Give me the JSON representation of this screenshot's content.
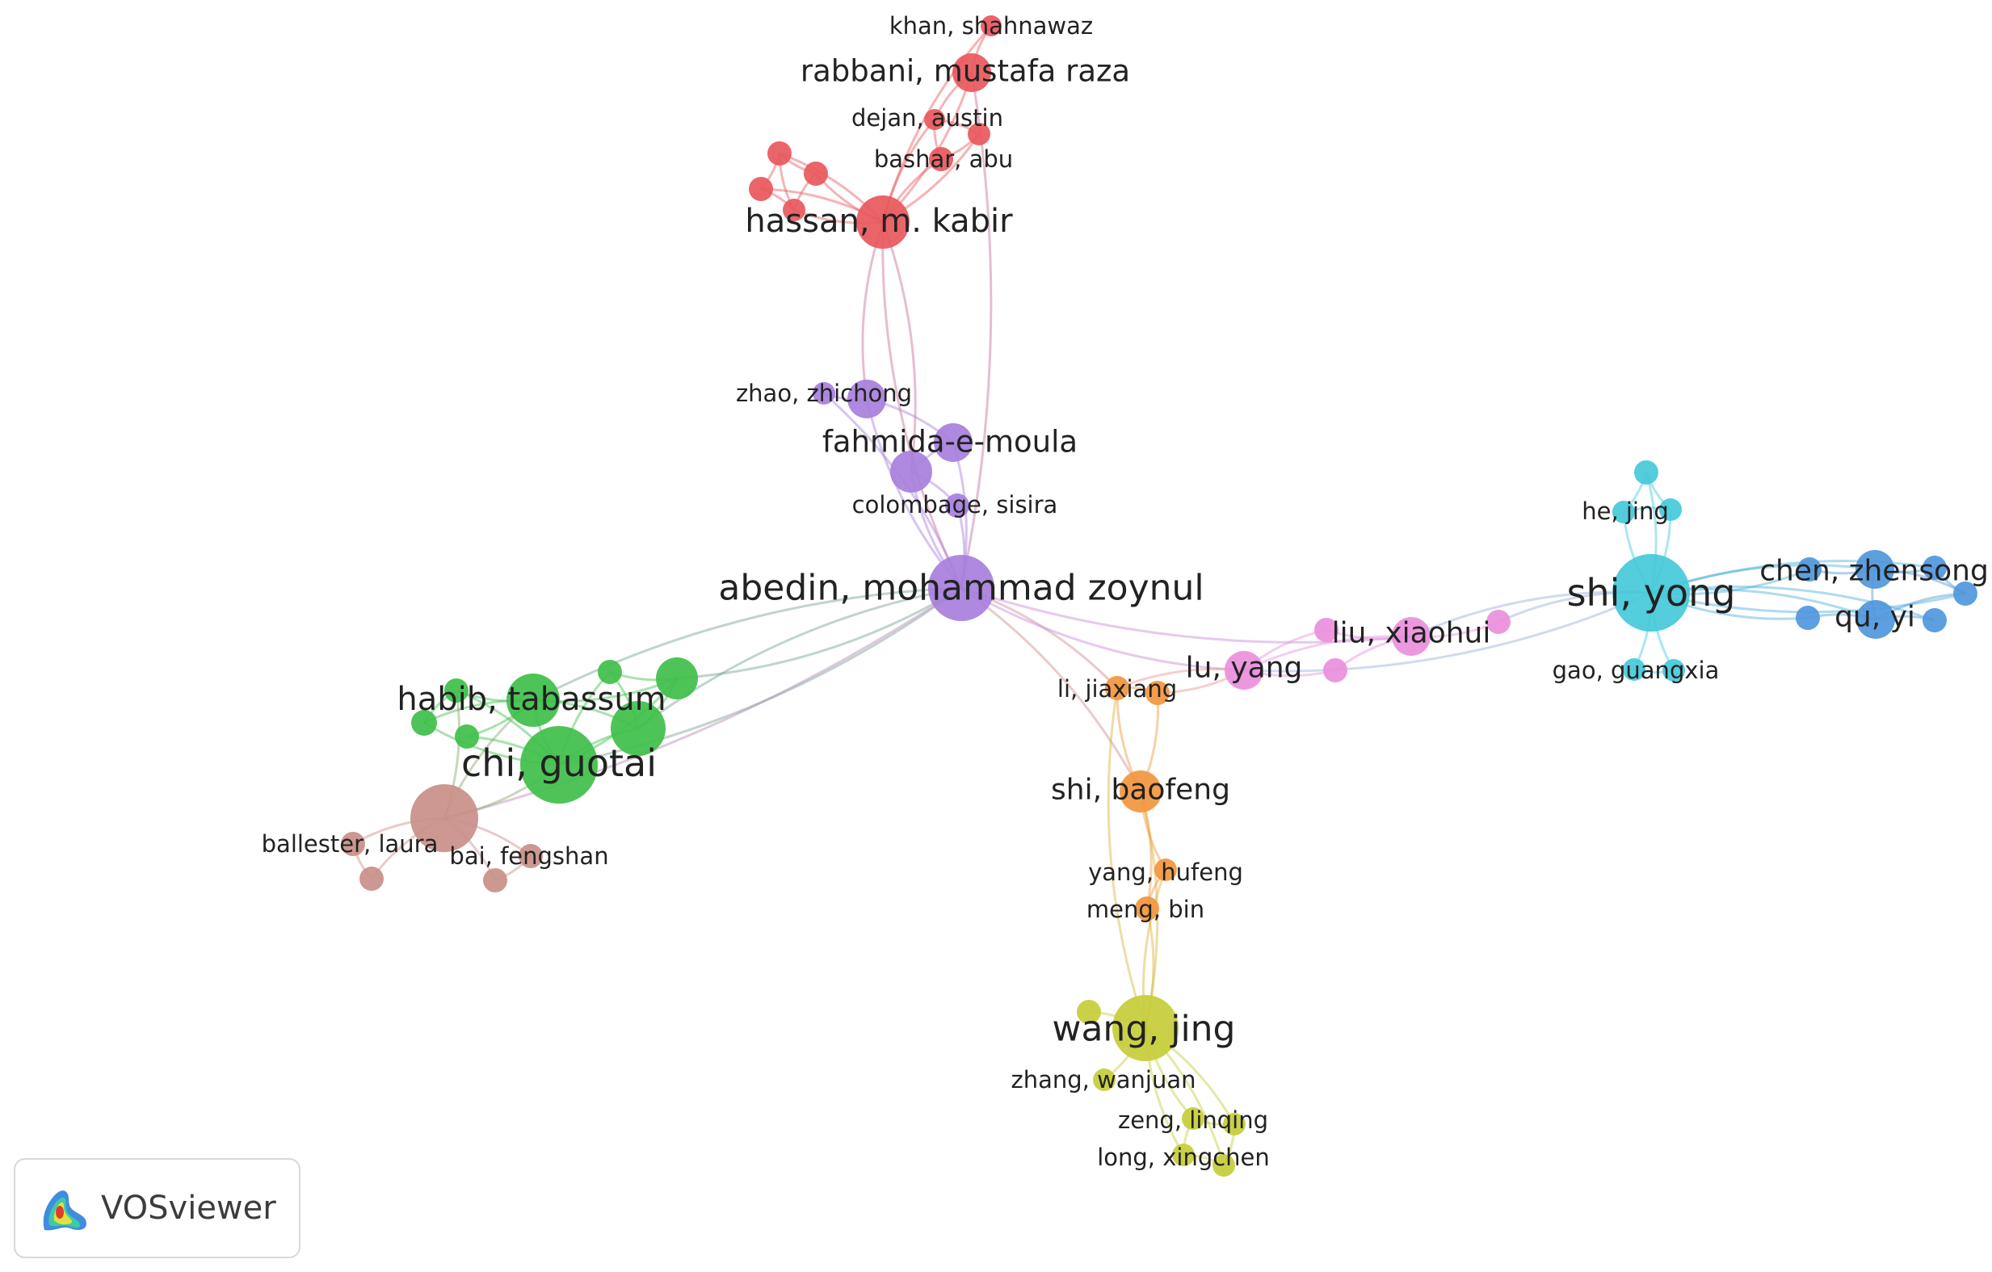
{
  "app": {
    "name": "VOSviewer"
  },
  "colors": {
    "red": "#e8585c",
    "purple": "#a77fdc",
    "green": "#3fbf4a",
    "brown": "#c98f89",
    "orange": "#f2963e",
    "pink": "#e98fdc",
    "cyan": "#45c9d9",
    "blue": "#4f97dc",
    "yellow": "#c6cd3a"
  },
  "nodes": [
    {
      "id": "khan",
      "label": "khan, shahnawaz",
      "cluster": "red",
      "r": 13,
      "fs": 29
    },
    {
      "id": "rabbani",
      "label": "rabbani, mustafa raza",
      "cluster": "red",
      "r": 24,
      "fs": 37
    },
    {
      "id": "dejan",
      "label": "dejan, austin",
      "cluster": "red",
      "r": 13,
      "fs": 29
    },
    {
      "id": "red_extra1",
      "label": "",
      "cluster": "red",
      "r": 14
    },
    {
      "id": "bashar",
      "label": "bashar, abu",
      "cluster": "red",
      "r": 15,
      "fs": 29
    },
    {
      "id": "red_a",
      "label": "",
      "cluster": "red",
      "r": 15
    },
    {
      "id": "red_b",
      "label": "",
      "cluster": "red",
      "r": 15
    },
    {
      "id": "red_c",
      "label": "",
      "cluster": "red",
      "r": 15
    },
    {
      "id": "red_d",
      "label": "",
      "cluster": "red",
      "r": 14
    },
    {
      "id": "hassan",
      "label": "hassan, m. kabir",
      "cluster": "red",
      "r": 33,
      "fs": 40
    },
    {
      "id": "zhao",
      "label": "zhao, zhichong",
      "cluster": "purple",
      "r": 14,
      "fs": 29
    },
    {
      "id": "purple_a",
      "label": "",
      "cluster": "purple",
      "r": 24
    },
    {
      "id": "fahmida",
      "label": "fahmida-e-moula",
      "cluster": "purple",
      "r": 24,
      "fs": 37
    },
    {
      "id": "purple_b",
      "label": "",
      "cluster": "purple",
      "r": 26
    },
    {
      "id": "colombage",
      "label": "colombage, sisira",
      "cluster": "purple",
      "r": 15,
      "fs": 29
    },
    {
      "id": "abedin",
      "label": "abedin, mohammad zoynul",
      "cluster": "purple",
      "r": 41,
      "fs": 44
    },
    {
      "id": "habib",
      "label": "habib, tabassum",
      "cluster": "green",
      "r": 33,
      "fs": 40
    },
    {
      "id": "green_a",
      "label": "",
      "cluster": "green",
      "r": 15
    },
    {
      "id": "green_b",
      "label": "",
      "cluster": "green",
      "r": 16
    },
    {
      "id": "green_c",
      "label": "",
      "cluster": "green",
      "r": 15
    },
    {
      "id": "green_d",
      "label": "",
      "cluster": "green",
      "r": 15
    },
    {
      "id": "green_e",
      "label": "",
      "cluster": "green",
      "r": 26
    },
    {
      "id": "green_f",
      "label": "",
      "cluster": "green",
      "r": 34
    },
    {
      "id": "chi",
      "label": "chi, guotai",
      "cluster": "green",
      "r": 48,
      "fs": 46
    },
    {
      "id": "brown_main",
      "label": "",
      "cluster": "brown",
      "r": 42
    },
    {
      "id": "ballester",
      "label": "ballester, laura",
      "cluster": "brown",
      "r": 15,
      "fs": 29
    },
    {
      "id": "bai",
      "label": "bai, fengshan",
      "cluster": "brown",
      "r": 15,
      "fs": 29
    },
    {
      "id": "brown_a",
      "label": "",
      "cluster": "brown",
      "r": 15
    },
    {
      "id": "brown_b",
      "label": "",
      "cluster": "brown",
      "r": 15
    },
    {
      "id": "lijiaxiang",
      "label": "li, jiaxiang",
      "cluster": "orange",
      "r": 15,
      "fs": 29
    },
    {
      "id": "orange_a",
      "label": "",
      "cluster": "orange",
      "r": 15
    },
    {
      "id": "shibaofeng",
      "label": "shi, baofeng",
      "cluster": "orange",
      "r": 26,
      "fs": 36
    },
    {
      "id": "yanghufeng",
      "label": "yang, hufeng",
      "cluster": "orange",
      "r": 14,
      "fs": 29
    },
    {
      "id": "mengbin",
      "label": "meng, bin",
      "cluster": "orange",
      "r": 15,
      "fs": 29
    },
    {
      "id": "luyang",
      "label": "lu, yang",
      "cluster": "pink",
      "r": 24,
      "fs": 36
    },
    {
      "id": "pink_a",
      "label": "",
      "cluster": "pink",
      "r": 15
    },
    {
      "id": "pink_b",
      "label": "",
      "cluster": "pink",
      "r": 15
    },
    {
      "id": "liuxiaohui",
      "label": "liu, xiaohui",
      "cluster": "pink",
      "r": 24,
      "fs": 36
    },
    {
      "id": "pink_c",
      "label": "",
      "cluster": "pink",
      "r": 15
    },
    {
      "id": "shiyong",
      "label": "shi, yong",
      "cluster": "cyan",
      "r": 48,
      "fs": 46
    },
    {
      "id": "cyan_top",
      "label": "",
      "cluster": "cyan",
      "r": 15
    },
    {
      "id": "hejing",
      "label": "he, jing",
      "cluster": "cyan",
      "r": 14,
      "fs": 29
    },
    {
      "id": "cyan_b",
      "label": "",
      "cluster": "cyan",
      "r": 14
    },
    {
      "id": "gaoguangxia",
      "label": "gao, guangxia",
      "cluster": "cyan",
      "r": 14,
      "fs": 29
    },
    {
      "id": "cyan_c",
      "label": "",
      "cluster": "cyan",
      "r": 14
    },
    {
      "id": "chenzhensong",
      "label": "chen, zhensong",
      "cluster": "blue",
      "r": 24,
      "fs": 36
    },
    {
      "id": "blue_a",
      "label": "",
      "cluster": "blue",
      "r": 15
    },
    {
      "id": "blue_b",
      "label": "",
      "cluster": "blue",
      "r": 15
    },
    {
      "id": "blue_c",
      "label": "",
      "cluster": "blue",
      "r": 15
    },
    {
      "id": "quyi",
      "label": "qu, yi",
      "cluster": "blue",
      "r": 24,
      "fs": 36
    },
    {
      "id": "blue_d",
      "label": "",
      "cluster": "blue",
      "r": 15
    },
    {
      "id": "blue_e",
      "label": "",
      "cluster": "blue",
      "r": 15
    },
    {
      "id": "wangjing",
      "label": "wang, jing",
      "cluster": "yellow",
      "r": 41,
      "fs": 44
    },
    {
      "id": "yellow_a",
      "label": "",
      "cluster": "yellow",
      "r": 15
    },
    {
      "id": "zhangwanjuan",
      "label": "zhang, wanjuan",
      "cluster": "yellow",
      "r": 14,
      "fs": 29
    },
    {
      "id": "zenglinqing",
      "label": "zeng, linqing",
      "cluster": "yellow",
      "r": 14,
      "fs": 29
    },
    {
      "id": "yellow_b",
      "label": "",
      "cluster": "yellow",
      "r": 14
    },
    {
      "id": "longxingchen",
      "label": "long, xingchen",
      "cluster": "yellow",
      "r": 14,
      "fs": 29
    },
    {
      "id": "yellow_c",
      "label": "",
      "cluster": "yellow",
      "r": 14
    }
  ],
  "links": [
    [
      "hassan",
      "khan"
    ],
    [
      "hassan",
      "rabbani"
    ],
    [
      "hassan",
      "dejan"
    ],
    [
      "hassan",
      "red_extra1"
    ],
    [
      "hassan",
      "bashar"
    ],
    [
      "hassan",
      "red_a"
    ],
    [
      "hassan",
      "red_b"
    ],
    [
      "hassan",
      "red_c"
    ],
    [
      "hassan",
      "red_d"
    ],
    [
      "red_a",
      "red_b"
    ],
    [
      "red_a",
      "red_c"
    ],
    [
      "red_b",
      "red_d"
    ],
    [
      "red_c",
      "red_d"
    ],
    [
      "red_a",
      "red_d"
    ],
    [
      "rabbani",
      "khan"
    ],
    [
      "rabbani",
      "dejan"
    ],
    [
      "dejan",
      "red_extra1"
    ],
    [
      "dejan",
      "bashar"
    ],
    [
      "red_extra1",
      "bashar"
    ],
    [
      "hassan",
      "abedin"
    ],
    [
      "hassan",
      "purple_b"
    ],
    [
      "hassan",
      "purple_a"
    ],
    [
      "rabbani",
      "abedin"
    ],
    [
      "abedin",
      "zhao"
    ],
    [
      "abedin",
      "purple_a"
    ],
    [
      "abedin",
      "fahmida"
    ],
    [
      "abedin",
      "purple_b"
    ],
    [
      "abedin",
      "colombage"
    ],
    [
      "purple_a",
      "fahmida"
    ],
    [
      "fahmida",
      "purple_b"
    ],
    [
      "purple_b",
      "colombage"
    ],
    [
      "zhao",
      "purple_a"
    ],
    [
      "abedin",
      "chi"
    ],
    [
      "abedin",
      "habib"
    ],
    [
      "abedin",
      "green_e"
    ],
    [
      "abedin",
      "green_f"
    ],
    [
      "abedin",
      "brown_main"
    ],
    [
      "habib",
      "chi"
    ],
    [
      "habib",
      "green_a"
    ],
    [
      "habib",
      "green_b"
    ],
    [
      "habib",
      "green_c"
    ],
    [
      "habib",
      "green_e"
    ],
    [
      "habib",
      "green_f"
    ],
    [
      "chi",
      "green_a"
    ],
    [
      "chi",
      "green_b"
    ],
    [
      "chi",
      "green_c"
    ],
    [
      "chi",
      "green_d"
    ],
    [
      "chi",
      "green_e"
    ],
    [
      "chi",
      "green_f"
    ],
    [
      "green_a",
      "green_b"
    ],
    [
      "green_d",
      "green_f"
    ],
    [
      "green_d",
      "green_e"
    ],
    [
      "green_e",
      "green_f"
    ],
    [
      "brown_main",
      "chi"
    ],
    [
      "brown_main",
      "habib"
    ],
    [
      "brown_main",
      "ballester"
    ],
    [
      "brown_main",
      "bai"
    ],
    [
      "brown_main",
      "brown_a"
    ],
    [
      "brown_main",
      "brown_b"
    ],
    [
      "ballester",
      "brown_a"
    ],
    [
      "bai",
      "brown_b"
    ],
    [
      "brown_main",
      "green_a"
    ],
    [
      "abedin",
      "lijiaxiang"
    ],
    [
      "abedin",
      "luyang"
    ],
    [
      "abedin",
      "shibaofeng"
    ],
    [
      "abedin",
      "liuxiaohui"
    ],
    [
      "lijiaxiang",
      "orange_a"
    ],
    [
      "lijiaxiang",
      "shibaofeng"
    ],
    [
      "orange_a",
      "shibaofeng"
    ],
    [
      "orange_a",
      "luyang"
    ],
    [
      "lijiaxiang",
      "luyang"
    ],
    [
      "shibaofeng",
      "yanghufeng"
    ],
    [
      "shibaofeng",
      "mengbin"
    ],
    [
      "yanghufeng",
      "mengbin"
    ],
    [
      "shibaofeng",
      "wangjing"
    ],
    [
      "yanghufeng",
      "wangjing"
    ],
    [
      "mengbin",
      "wangjing"
    ],
    [
      "lijiaxiang",
      "wangjing"
    ],
    [
      "luyang",
      "pink_a"
    ],
    [
      "luyang",
      "pink_b"
    ],
    [
      "luyang",
      "liuxiaohui"
    ],
    [
      "pink_a",
      "liuxiaohui"
    ],
    [
      "pink_b",
      "liuxiaohui"
    ],
    [
      "liuxiaohui",
      "pink_c"
    ],
    [
      "liuxiaohui",
      "shiyong"
    ],
    [
      "luyang",
      "shiyong"
    ],
    [
      "pink_c",
      "shiyong"
    ],
    [
      "shiyong",
      "cyan_top"
    ],
    [
      "shiyong",
      "hejing"
    ],
    [
      "shiyong",
      "cyan_b"
    ],
    [
      "shiyong",
      "gaoguangxia"
    ],
    [
      "shiyong",
      "cyan_c"
    ],
    [
      "cyan_top",
      "hejing"
    ],
    [
      "cyan_top",
      "cyan_b"
    ],
    [
      "hejing",
      "cyan_b"
    ],
    [
      "gaoguangxia",
      "cyan_c"
    ],
    [
      "shiyong",
      "chenzhensong"
    ],
    [
      "shiyong",
      "blue_a"
    ],
    [
      "shiyong",
      "blue_b"
    ],
    [
      "shiyong",
      "blue_c"
    ],
    [
      "shiyong",
      "quyi"
    ],
    [
      "shiyong",
      "blue_d"
    ],
    [
      "shiyong",
      "blue_e"
    ],
    [
      "chenzhensong",
      "quyi"
    ],
    [
      "chenzhensong",
      "blue_a"
    ],
    [
      "chenzhensong",
      "blue_b"
    ],
    [
      "chenzhensong",
      "blue_c"
    ],
    [
      "quyi",
      "blue_d"
    ],
    [
      "quyi",
      "blue_e"
    ],
    [
      "blue_b",
      "blue_c"
    ],
    [
      "quyi",
      "blue_c"
    ],
    [
      "wangjing",
      "yellow_a"
    ],
    [
      "wangjing",
      "zhangwanjuan"
    ],
    [
      "wangjing",
      "zenglinqing"
    ],
    [
      "wangjing",
      "yellow_b"
    ],
    [
      "wangjing",
      "longxingchen"
    ],
    [
      "wangjing",
      "yellow_c"
    ],
    [
      "zenglinqing",
      "yellow_b"
    ],
    [
      "longxingchen",
      "yellow_c"
    ],
    [
      "zenglinqing",
      "longxingchen"
    ],
    [
      "yellow_b",
      "yellow_c"
    ]
  ]
}
